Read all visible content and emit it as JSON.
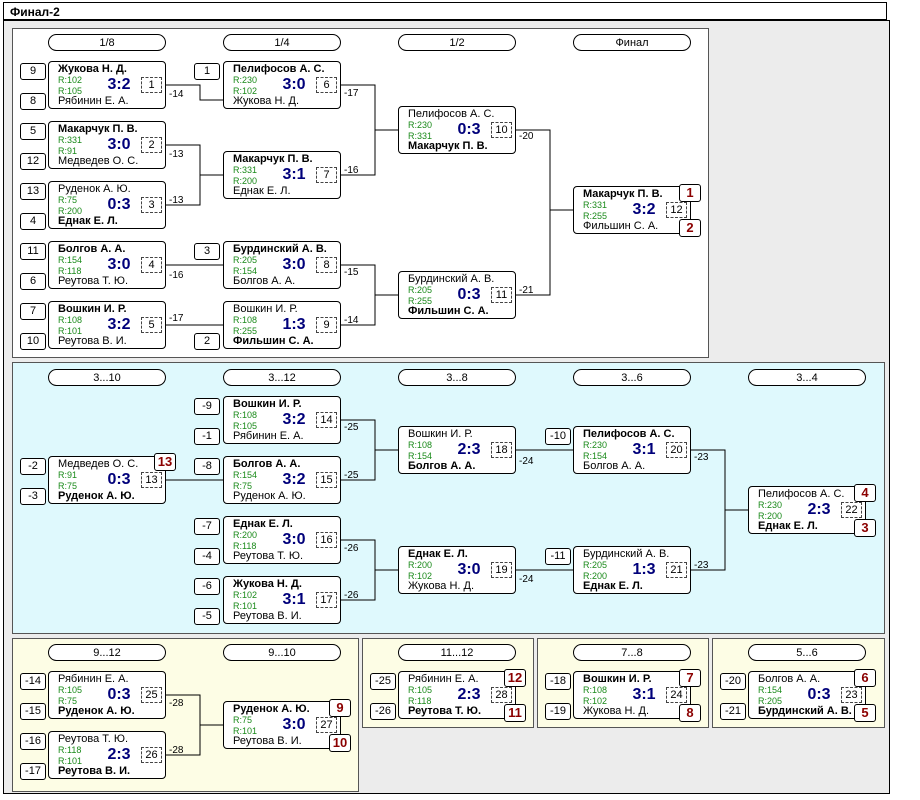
{
  "window": {
    "title": "Финал-2"
  },
  "colors": {
    "main_panel": "#ffffff",
    "consolation_panel": "#dff9fd",
    "lower_panel": "#fdfde5",
    "score": "#00007a",
    "rating": "#1a8a1a",
    "place": "#8b0000"
  },
  "round_labels": [
    "1/8",
    "1/4",
    "1/2",
    "Финал",
    "3...10",
    "3...12",
    "3...8",
    "3...6",
    "3...4",
    "9...12",
    "9...10",
    "11...12",
    "7...8",
    "5...6"
  ],
  "seeds": [
    "9",
    "8",
    "5",
    "12",
    "13",
    "4",
    "11",
    "6",
    "7",
    "10",
    "1",
    "3",
    "2",
    "-9",
    "-1",
    "-8",
    "-7",
    "-4",
    "-6",
    "-5",
    "-2",
    "-3",
    "-10",
    "-11",
    "-14",
    "-15",
    "-16",
    "-17",
    "-25",
    "-26",
    "-18",
    "-19",
    "-20",
    "-21"
  ],
  "line_labels": [
    "-14",
    "-13",
    "-13",
    "-16",
    "-17",
    "-17",
    "-16",
    "-15",
    "-14",
    "-20",
    "-21",
    "-25",
    "-25",
    "-26",
    "-26",
    "-24",
    "-24",
    "-23",
    "-23",
    "-28",
    "-28"
  ],
  "matches": [
    {
      "num": "1",
      "p1": "Жукова Н. Д.",
      "r1": "R:102",
      "p2": "Рябинин Е. А.",
      "r2": "R:105",
      "score": "3:2",
      "winner": 1
    },
    {
      "num": "2",
      "p1": "Макарчук П. В.",
      "r1": "R:331",
      "p2": "Медведев О. С.",
      "r2": "R:91",
      "score": "3:0",
      "winner": 1
    },
    {
      "num": "3",
      "p1": "Руденок А. Ю.",
      "r1": "R:75",
      "p2": "Еднак Е. Л.",
      "r2": "R:200",
      "score": "0:3",
      "winner": 2
    },
    {
      "num": "4",
      "p1": "Болгов А. А.",
      "r1": "R:154",
      "p2": "Реутова Т. Ю.",
      "r2": "R:118",
      "score": "3:0",
      "winner": 1
    },
    {
      "num": "5",
      "p1": "Вошкин И. Р.",
      "r1": "R:108",
      "p2": "Реутова В. И.",
      "r2": "R:101",
      "score": "3:2",
      "winner": 1
    },
    {
      "num": "6",
      "p1": "Пелифосов А. С.",
      "r1": "R:230",
      "p2": "Жукова Н. Д.",
      "r2": "R:102",
      "score": "3:0",
      "winner": 1
    },
    {
      "num": "7",
      "p1": "Макарчук П. В.",
      "r1": "R:331",
      "p2": "Еднак Е. Л.",
      "r2": "R:200",
      "score": "3:1",
      "winner": 1
    },
    {
      "num": "8",
      "p1": "Бурдинский А. В.",
      "r1": "R:205",
      "p2": "Болгов А. А.",
      "r2": "R:154",
      "score": "3:0",
      "winner": 1
    },
    {
      "num": "9",
      "p1": "Вошкин И. Р.",
      "r1": "R:108",
      "p2": "Фильшин С. А.",
      "r2": "R:255",
      "score": "1:3",
      "winner": 2
    },
    {
      "num": "10",
      "p1": "Пелифосов А. С.",
      "r1": "R:230",
      "p2": "Макарчук П. В.",
      "r2": "R:331",
      "score": "0:3",
      "winner": 2
    },
    {
      "num": "11",
      "p1": "Бурдинский А. В.",
      "r1": "R:205",
      "p2": "Фильшин С. А.",
      "r2": "R:255",
      "score": "0:3",
      "winner": 2
    },
    {
      "num": "12",
      "p1": "Макарчук П. В.",
      "r1": "R:331",
      "p2": "Фильшин С. А.",
      "r2": "R:255",
      "score": "3:2",
      "winner": 1,
      "places": [
        "1",
        "2"
      ]
    },
    {
      "num": "14",
      "p1": "Вошкин И. Р.",
      "r1": "R:108",
      "p2": "Рябинин Е. А.",
      "r2": "R:105",
      "score": "3:2",
      "winner": 1
    },
    {
      "num": "15",
      "p1": "Болгов А. А.",
      "r1": "R:154",
      "p2": "Руденок А. Ю.",
      "r2": "R:75",
      "score": "3:2",
      "winner": 1
    },
    {
      "num": "16",
      "p1": "Еднак Е. Л.",
      "r1": "R:200",
      "p2": "Реутова Т. Ю.",
      "r2": "R:118",
      "score": "3:0",
      "winner": 1
    },
    {
      "num": "17",
      "p1": "Жукова Н. Д.",
      "r1": "R:102",
      "p2": "Реутова В. И.",
      "r2": "R:101",
      "score": "3:1",
      "winner": 1
    },
    {
      "num": "13",
      "p1": "Медведев О. С.",
      "r1": "R:91",
      "p2": "Руденок А. Ю.",
      "r2": "R:75",
      "score": "0:3",
      "winner": 2,
      "places": [
        "13"
      ]
    },
    {
      "num": "18",
      "p1": "Вошкин И. Р.",
      "r1": "R:108",
      "p2": "Болгов А. А.",
      "r2": "R:154",
      "score": "2:3",
      "winner": 2
    },
    {
      "num": "19",
      "p1": "Еднак Е. Л.",
      "r1": "R:200",
      "p2": "Жукова Н. Д.",
      "r2": "R:102",
      "score": "3:0",
      "winner": 1
    },
    {
      "num": "20",
      "p1": "Пелифосов А. С.",
      "r1": "R:230",
      "p2": "Болгов А. А.",
      "r2": "R:154",
      "score": "3:1",
      "winner": 1
    },
    {
      "num": "21",
      "p1": "Бурдинский А. В.",
      "r1": "R:205",
      "p2": "Еднак Е. Л.",
      "r2": "R:200",
      "score": "1:3",
      "winner": 2
    },
    {
      "num": "22",
      "p1": "Пелифосов А. С.",
      "r1": "R:230",
      "p2": "Еднак Е. Л.",
      "r2": "R:200",
      "score": "2:3",
      "winner": 2,
      "places": [
        "4",
        "3"
      ]
    },
    {
      "num": "25",
      "p1": "Рябинин Е. А.",
      "r1": "R:105",
      "p2": "Руденок А. Ю.",
      "r2": "R:75",
      "score": "0:3",
      "winner": 2
    },
    {
      "num": "26",
      "p1": "Реутова Т. Ю.",
      "r1": "R:118",
      "p2": "Реутова В. И.",
      "r2": "R:101",
      "score": "2:3",
      "winner": 2
    },
    {
      "num": "27",
      "p1": "Руденок А. Ю.",
      "r1": "R:75",
      "p2": "Реутова В. И.",
      "r2": "R:101",
      "score": "3:0",
      "winner": 1,
      "places": [
        "9",
        "10"
      ]
    },
    {
      "num": "28",
      "p1": "Рябинин Е. А.",
      "r1": "R:105",
      "p2": "Реутова Т. Ю.",
      "r2": "R:118",
      "score": "2:3",
      "winner": 2,
      "places": [
        "12",
        "11"
      ]
    },
    {
      "num": "24",
      "p1": "Вошкин И. Р.",
      "r1": "R:108",
      "p2": "Жукова Н. Д.",
      "r2": "R:102",
      "score": "3:1",
      "winner": 1,
      "places": [
        "7",
        "8"
      ]
    },
    {
      "num": "23",
      "p1": "Болгов А. А.",
      "r1": "R:154",
      "p2": "Бурдинский А. В.",
      "r2": "R:205",
      "score": "0:3",
      "winner": 2,
      "places": [
        "6",
        "5"
      ]
    }
  ]
}
